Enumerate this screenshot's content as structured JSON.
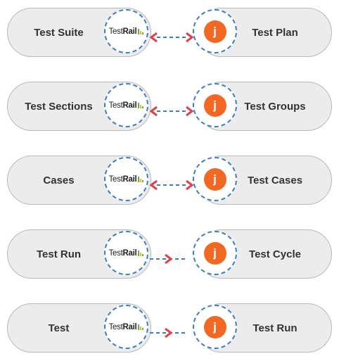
{
  "brand": {
    "testrail_prefix": "Test",
    "testrail_suffix": "Rail",
    "jira_letter": "j"
  },
  "colors": {
    "arrow": "#e0404b",
    "dash": "#3b7cc4",
    "jira": "#f26722"
  },
  "rows": [
    {
      "left": "Test Suite",
      "right": "Test Plan",
      "direction": "both"
    },
    {
      "left": "Test Sections",
      "right": "Test Groups",
      "direction": "both"
    },
    {
      "left": "Cases",
      "right": "Test Cases",
      "direction": "both"
    },
    {
      "left": "Test Run",
      "right": "Test Cycle",
      "direction": "right"
    },
    {
      "left": "Test",
      "right": "Test Run",
      "direction": "right"
    }
  ]
}
